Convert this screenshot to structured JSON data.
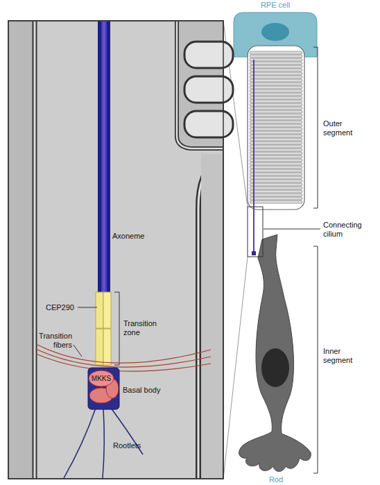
{
  "diagram": {
    "nodes": [
      {
        "text": [
          "RPE cell"
        ]
      },
      {
        "text": [
          "Basal body"
        ]
      },
      {
        "text": [
          "MKKS"
        ],
        "in": 1
      }
    ],
    "labels": [
      "Axoneme",
      "CEP290",
      "Transition zone",
      "Transition fibers",
      "Rootlets",
      "Outer segment",
      "Connecting cilium",
      "Inner segment",
      "Rod"
    ]
  }
}
